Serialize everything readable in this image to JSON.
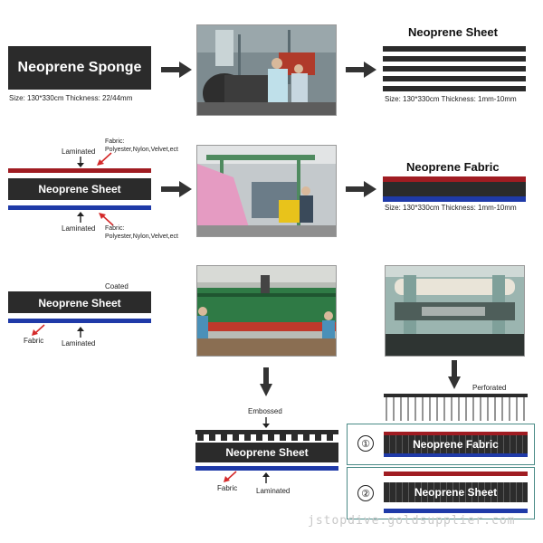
{
  "row1": {
    "sponge_title": "Neoprene Sponge",
    "sponge_size": "Size: 130*330cm Thickness: 22/44mm",
    "sheet_title": "Neoprene Sheet",
    "sheet_size": "Size: 130*330cm Thickness: 1mm-10mm"
  },
  "row2": {
    "top_laminated": "Laminated",
    "top_fabric": "Fabric:\nPolyester,Nylon,Velvet,ect",
    "center_label": "Neoprene Sheet",
    "bottom_laminated": "Laminated",
    "bottom_fabric": "Fabric:\nPolyester,Nylon,Velvet,ect",
    "fabric_title": "Neoprene Fabric",
    "fabric_size": "Size: 130*330cm Thickness: 1mm-10mm"
  },
  "row3": {
    "coated": "Coated",
    "center_label": "Neoprene Sheet",
    "fabric": "Fabric",
    "laminated": "Laminated"
  },
  "embossed": {
    "title": "Embossed",
    "center_label": "Neoprene Sheet",
    "fabric": "Fabric",
    "laminated": "Laminated"
  },
  "perforated": {
    "title": "Perforated",
    "option1_num": "①",
    "option1_label": "Neoprene Fabric",
    "option2_num": "②",
    "option2_label": "Neoprene Sheet"
  },
  "watermark": "jstopdive.goldsupplier.com",
  "colors": {
    "dark": "#2b2b2b",
    "red": "#a01c22",
    "blue": "#1f3aa8",
    "teal_border": "#4a8a86"
  }
}
